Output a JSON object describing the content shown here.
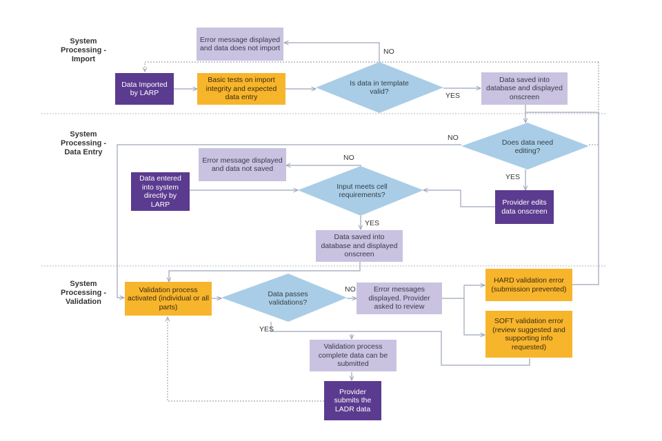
{
  "colors": {
    "light_box": "#c9c2e0",
    "dark_box": "#5b3b8f",
    "process_box": "#f7b52c",
    "decision": "#a9cde6",
    "connector": "#9aa4b8",
    "lane_divider": "#b0b4bf"
  },
  "lanes": [
    {
      "label": "System Processing - Import"
    },
    {
      "label": "System Processing - Data Entry"
    },
    {
      "label": "System Processing - Validation"
    }
  ],
  "nodes": {
    "import_error": "Error message displayed and data does not import",
    "data_imported": "Data Imported by LARP",
    "basic_tests": "Basic tests on import integrity and expected data entry",
    "template_valid": "Is data in template valid?",
    "import_saved": "Data saved into database and displayed onscreen",
    "need_editing": "Does data need editing?",
    "entry_error": "Error message displayed and data not saved",
    "data_entered": "Data entered into system directly by LARP",
    "cell_requirements": "Input meets cell requirements?",
    "provider_edits": "Provider edits data onscreen",
    "entry_saved": "Data saved into database and displayed onscreen",
    "validation_activated": "Validation process activated (individual or all parts)",
    "passes_validations": "Data passes validations?",
    "error_messages": "Error messages displayed. Provider asked to review",
    "hard_error": "HARD validation error (submission prevented)",
    "soft_error": "SOFT validation error (review suggested and supporting info requested)",
    "validation_complete": "Validation process complete data can be submitted",
    "provider_submits": "Provider submits the LADR data"
  },
  "edge_labels": {
    "template_no": "NO",
    "template_yes": "YES",
    "editing_no": "NO",
    "editing_yes": "YES",
    "cell_no": "NO",
    "cell_yes": "YES",
    "validation_no": "NO",
    "validation_yes": "YES"
  }
}
